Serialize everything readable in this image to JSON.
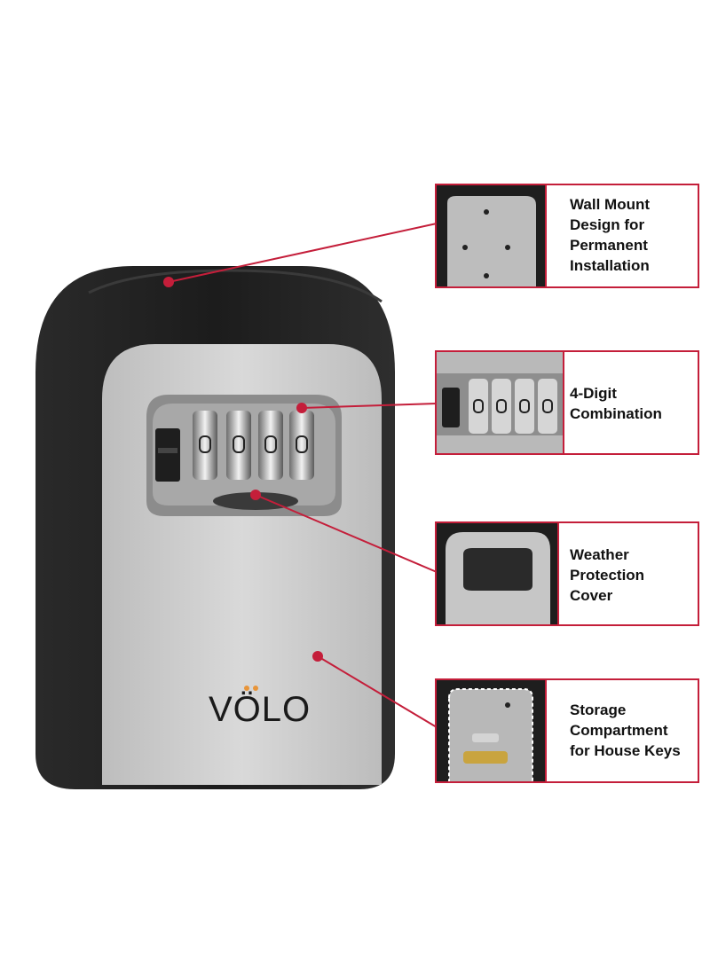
{
  "brand": {
    "logo_text": "VÖLO"
  },
  "callouts": [
    {
      "label": "Wall Mount\nDesign for\nPermanent\nInstallation"
    },
    {
      "label": "4-Digit\nCombination"
    },
    {
      "label": "Weather\nProtection\nCover"
    },
    {
      "label": "Storage\nCompartment\nfor House Keys"
    }
  ],
  "colors": {
    "accent": "#c41e3a",
    "body": "#1f1f1f",
    "panel": "#c9c9c9"
  }
}
